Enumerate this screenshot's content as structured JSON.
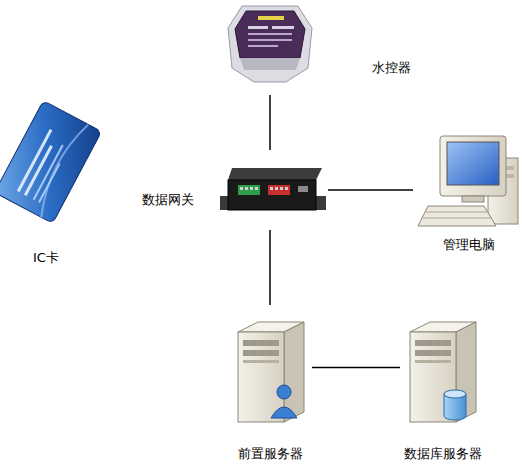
{
  "diagram": {
    "nodes": [
      {
        "text": [
          "水控器"
        ]
      },
      {
        "text": [
          "IC卡"
        ]
      },
      {
        "text": [
          "数据网关"
        ]
      },
      {
        "text": [
          "管理电脑"
        ]
      },
      {
        "text": [
          "前置服务器"
        ]
      },
      {
        "text": [
          "数据库服务器"
        ]
      }
    ],
    "edges": [
      {
        "from": 2,
        "to": 0,
        "arrow": "none"
      },
      {
        "from": 2,
        "to": 3,
        "arrow": "none"
      },
      {
        "from": 2,
        "to": 4,
        "arrow": "none"
      },
      {
        "from": 4,
        "to": 5,
        "arrow": "none"
      }
    ]
  }
}
